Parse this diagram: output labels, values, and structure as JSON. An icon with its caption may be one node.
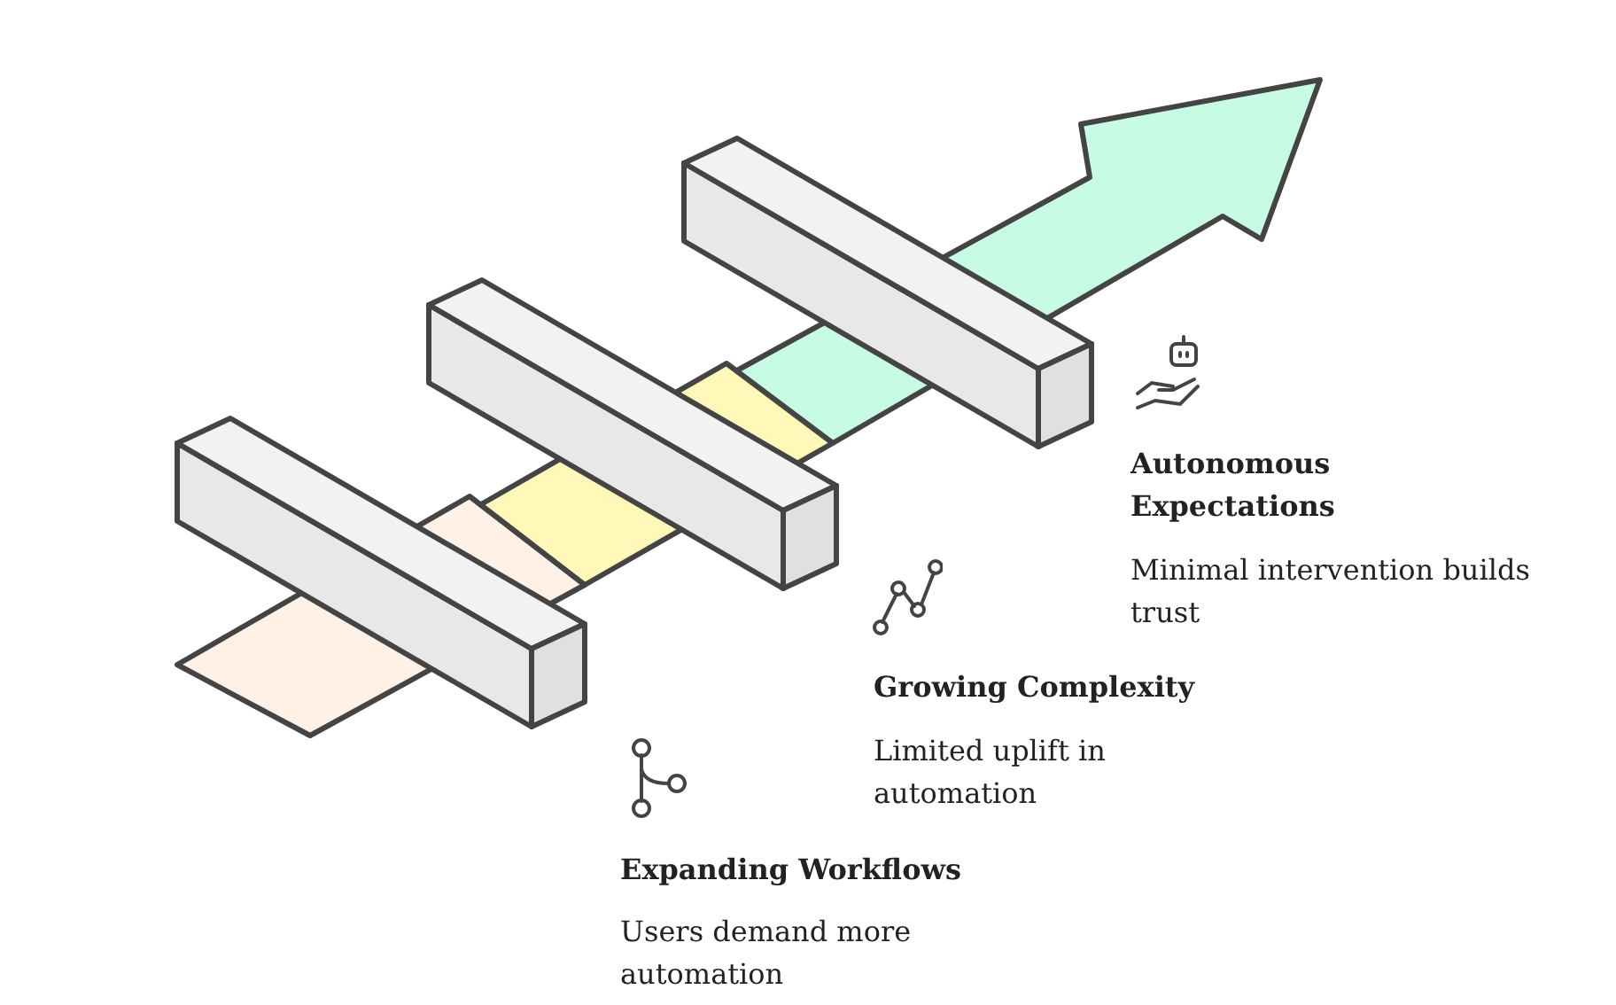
{
  "diagram": {
    "labels": [
      "Autonomous Expectations",
      "Minimal intervention builds trust",
      "Growing Complexity",
      "Limited uplift in automation",
      "Expanding Workflows",
      "Users demand more automation"
    ]
  }
}
